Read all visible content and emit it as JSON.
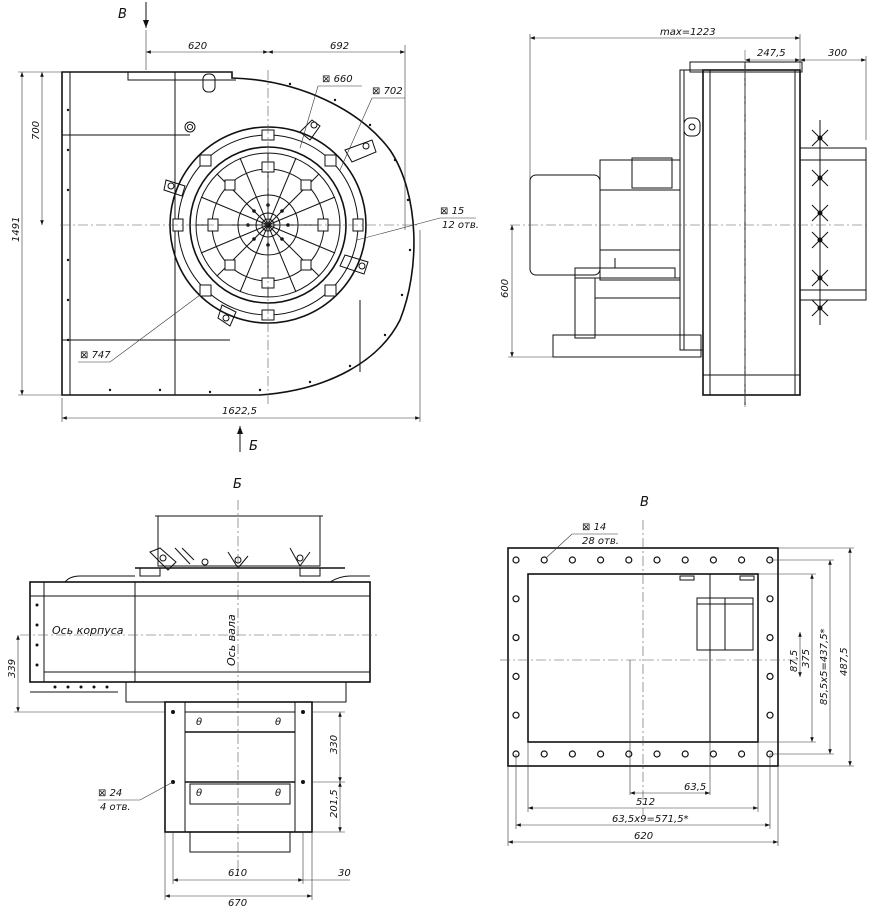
{
  "views": {
    "top_left": {
      "arrow_label_top": "В",
      "arrow_label_bottom": "Б",
      "dim_620": "620",
      "dim_692": "692",
      "dim_700": "700",
      "dim_1491": "1491",
      "dim_1622_5": "1622,5",
      "dia_660": "660",
      "dia_702": "702",
      "dia_747": "747",
      "hole_15": "15",
      "hole_15_count": "12 отв."
    },
    "top_right": {
      "dim_max": "max=1223",
      "dim_247_5": "247,5",
      "dim_300": "300",
      "dim_600": "600"
    },
    "bottom_left": {
      "view_label": "Б",
      "axis_body": "Ось корпуса",
      "axis_shaft": "Ось вала",
      "dim_339": "339",
      "dim_330": "330",
      "dim_201_5": "201,5",
      "dim_610": "610",
      "dim_670": "670",
      "dim_30": "30",
      "hole_24": "24",
      "hole_24_count": "4 отв."
    },
    "bottom_right": {
      "view_label": "В",
      "hole_14": "14",
      "hole_14_count": "28 отв.",
      "dim_87_5": "87,5",
      "dim_375": "375",
      "dim_85_5x5": "85,5х5=437,5*",
      "dim_487_5": "487,5",
      "dim_63_5": "63,5",
      "dim_512": "512",
      "dim_63_5x9": "63,5х9=571,5*",
      "dim_620": "620"
    }
  }
}
